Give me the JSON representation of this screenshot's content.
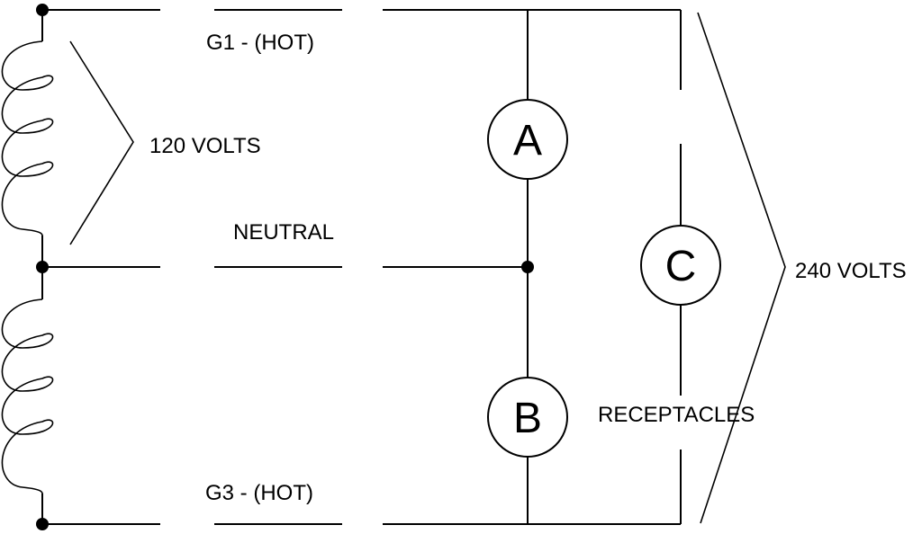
{
  "labels": {
    "g1": "G1 - (HOT)",
    "neutral": "NEUTRAL",
    "g3": "G3 - (HOT)",
    "v120": "120 VOLTS",
    "v240": "240 VOLTS",
    "receptacles": "RECEPTACLES"
  },
  "receptacles": {
    "a": "A",
    "b": "B",
    "c": "C"
  },
  "colors": {
    "line": "#000000",
    "background": "#ffffff"
  }
}
